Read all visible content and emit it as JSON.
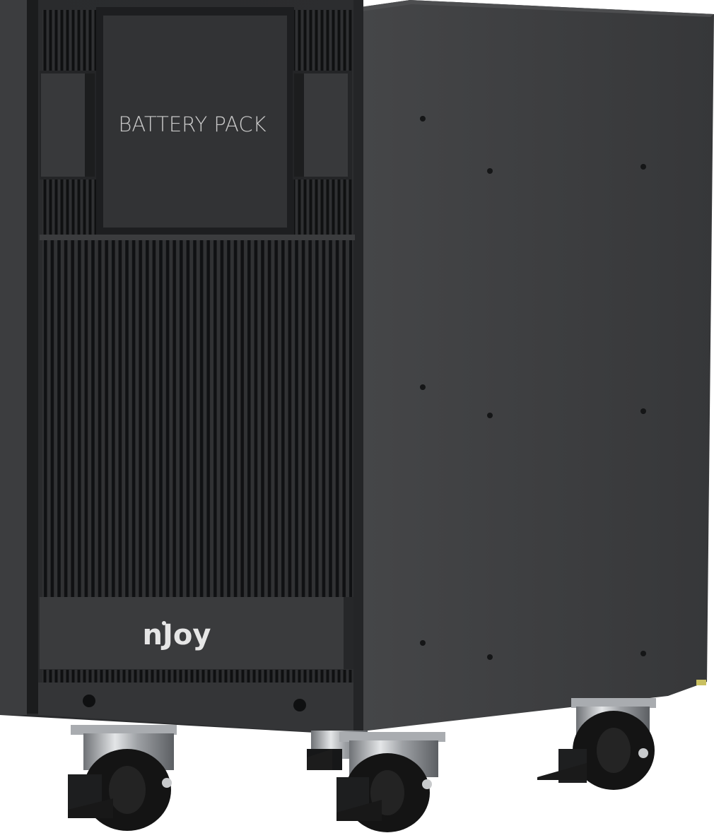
{
  "product": {
    "panel_label": "BATTERY PACK",
    "brand_prefix": "n",
    "brand_suffix": "Joy"
  },
  "colors": {
    "body_dark": "#2b2c2e",
    "side_panel": "#3d3e40",
    "edge_highlight": "#5a5b5d",
    "grille_slot": "#0f1011",
    "label_text": "#c9c9c9",
    "brand_text": "#e6e6e6",
    "chrome": "#b9bcc0",
    "wheel": "#141414"
  }
}
